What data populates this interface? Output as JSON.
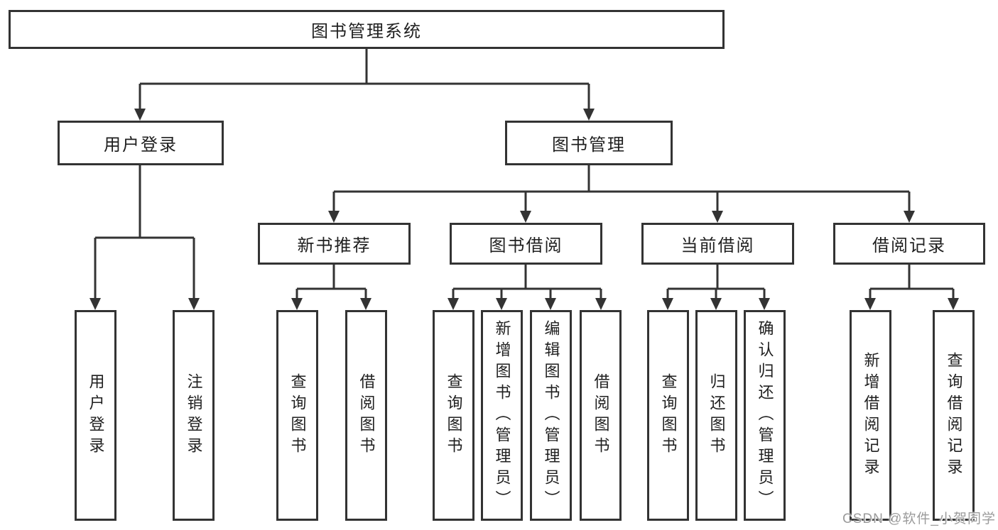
{
  "nodes": {
    "root": "图书管理系统",
    "user_login": "用户登录",
    "book_mgmt": "图书管理",
    "new_book_rec": "新书推荐",
    "book_borrow": "图书借阅",
    "current_borrow": "当前借阅",
    "borrow_records": "借阅记录"
  },
  "leaves": {
    "user_login": [
      "用户登录",
      "注销登录"
    ],
    "new_book_rec": [
      "查询图书",
      "借阅图书"
    ],
    "book_borrow": [
      "查询图书",
      "新增图书（管理员）",
      "编辑图书（管理员）",
      "借阅图书"
    ],
    "current_borrow": [
      "查询图书",
      "归还图书",
      "确认归还（管理员）"
    ],
    "borrow_records": [
      "新增借阅记录",
      "查询借阅记录"
    ]
  },
  "watermark": "CSDN @软件_小贺同学",
  "colors": {
    "line": "#333333",
    "text": "#1f1f1f",
    "watermark": "#9b9b9b",
    "background": "#ffffff"
  }
}
